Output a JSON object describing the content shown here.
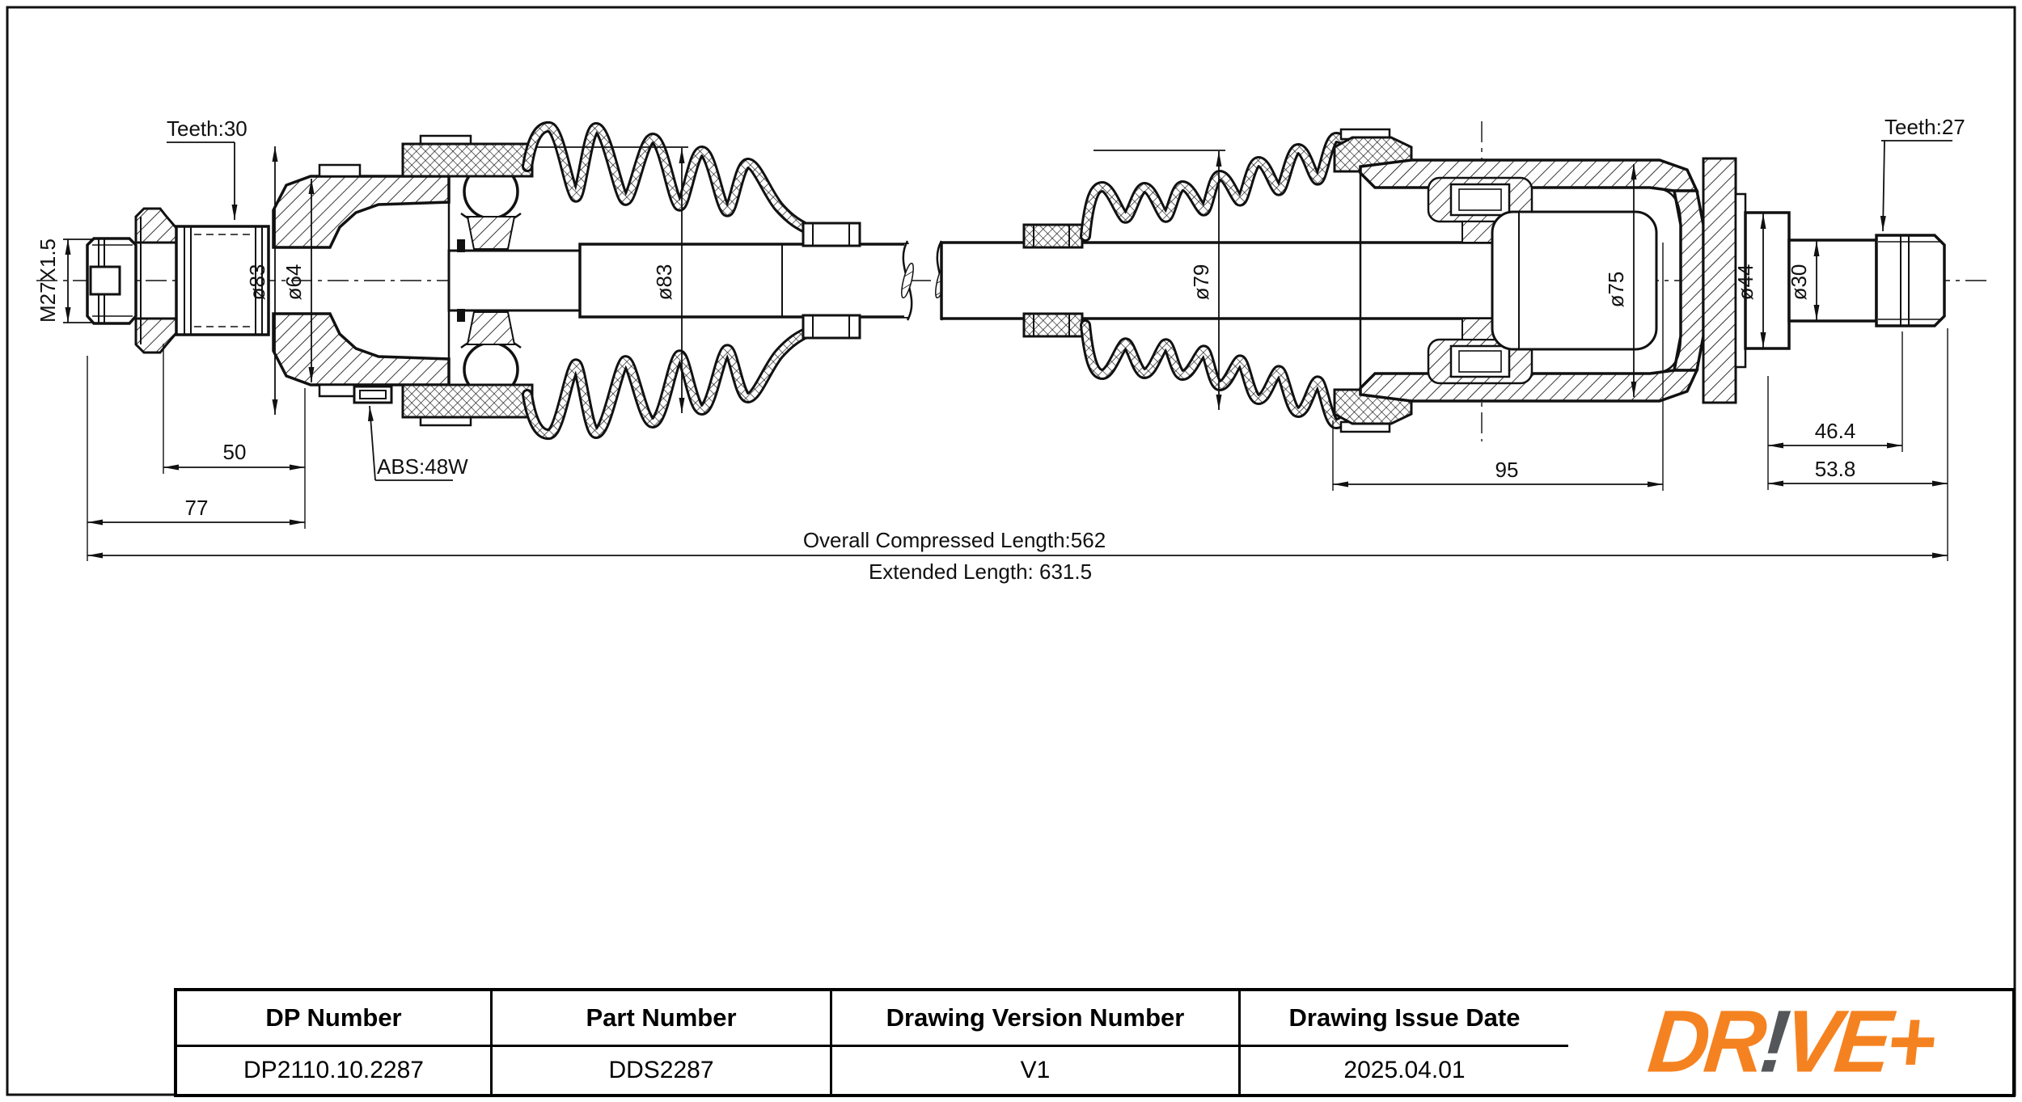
{
  "drawing": {
    "labels": {
      "teeth_left": "Teeth:30",
      "teeth_right": "Teeth:27",
      "thread_left": "M27X1.5",
      "abs_ring": "ABS:48W",
      "dia_joint_left": "ø83",
      "dia_64": "ø64",
      "dia_boot_left": "ø83",
      "dia_79": "ø79",
      "dia_75": "ø75",
      "dia_44": "ø44",
      "dia_30": "ø30",
      "dim_50": "50",
      "dim_77": "77",
      "dim_95": "95",
      "dim_46_4": "46.4",
      "dim_53_8": "53.8",
      "overall_compressed": "Overall  Compressed  Length:562",
      "extended": "Extended  Length: 631.5"
    },
    "line_color": "#111111"
  },
  "title_block": {
    "columns": [
      {
        "header": "DP Number",
        "value": "DP2110.10.2287"
      },
      {
        "header": "Part Number",
        "value": "DDS2287"
      },
      {
        "header": "Drawing Version Number",
        "value": "V1"
      },
      {
        "header": "Drawing Issue Date",
        "value": "2025.04.01"
      }
    ],
    "logo": {
      "part1": "DR",
      "bang": "!",
      "part2": "VE+",
      "orange": "#F58220",
      "gray": "#54565A"
    }
  }
}
